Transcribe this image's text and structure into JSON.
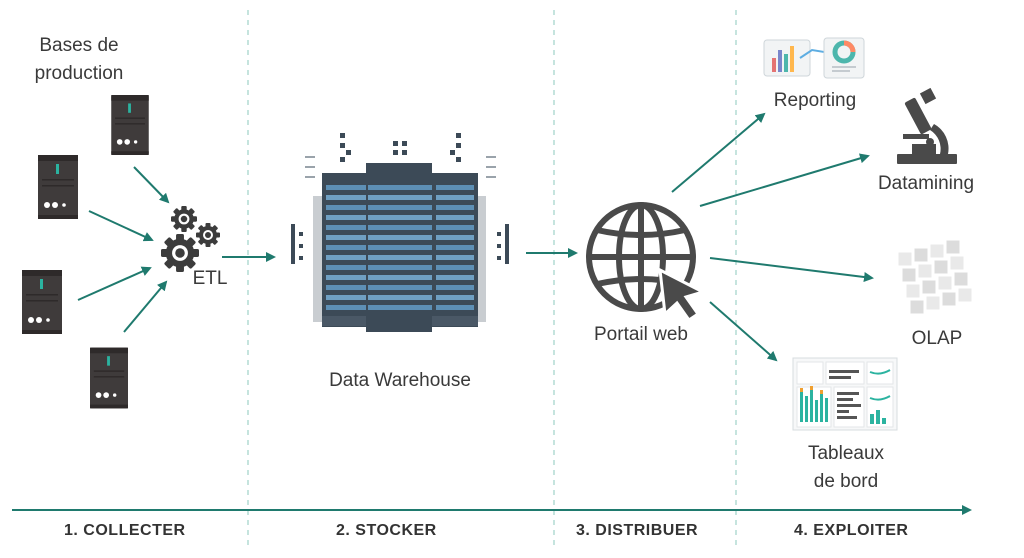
{
  "colors": {
    "arrow": "#1f7a6e",
    "divider": "#9fd3c8",
    "server_body": "#3f3b3b",
    "server_light": "#2bb3a0",
    "building_blue": "#5d8fb5",
    "building_dark": "#3c4a57",
    "icon_gray": "#4a4a4a"
  },
  "sources": {
    "title_line1": "Bases de",
    "title_line2": "production",
    "etl_label": "ETL"
  },
  "warehouse": {
    "label": "Data Warehouse"
  },
  "portal": {
    "label": "Portail web"
  },
  "outputs": {
    "reporting": "Reporting",
    "datamining": "Datamining",
    "olap": "OLAP",
    "dashboards_line1": "Tableaux",
    "dashboards_line2": "de bord"
  },
  "phases": [
    {
      "label": "1. COLLECTER"
    },
    {
      "label": "2. STOCKER"
    },
    {
      "label": "3. DISTRIBUER"
    },
    {
      "label": "4. EXPLOITER"
    }
  ]
}
